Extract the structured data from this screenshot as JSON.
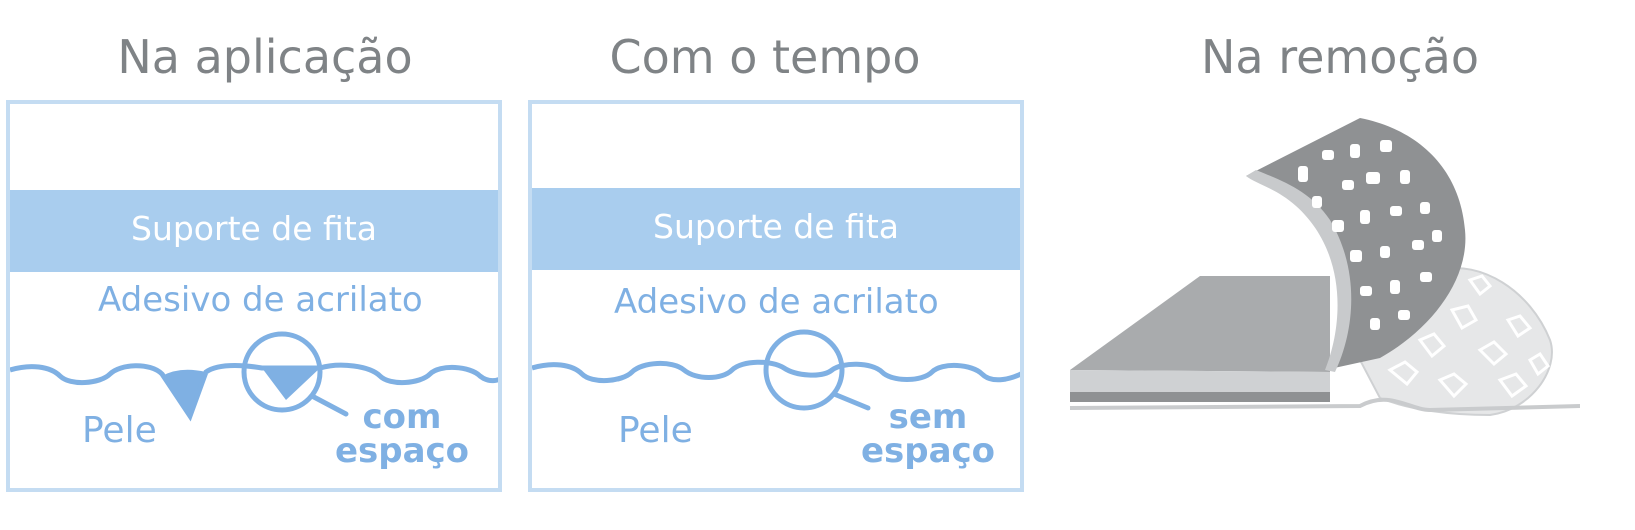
{
  "headings": {
    "application": "Na aplicação",
    "over_time": "Com o tempo",
    "removal": "Na remoção"
  },
  "panel_application": {
    "backing": "Suporte de fita",
    "adhesive": "Adesivo de acrilato",
    "skin": "Pele",
    "gap_line1": "com",
    "gap_line2": "espaço"
  },
  "panel_over_time": {
    "backing": "Suporte de fita",
    "adhesive": "Adesivo de acrilato",
    "skin": "Pele",
    "gap_line1": "sem",
    "gap_line2": "espaço"
  },
  "colors": {
    "heading": "#7f8386",
    "band": "#a9cdee",
    "accent": "#7fb0e3",
    "border": "#c4dcf2"
  }
}
